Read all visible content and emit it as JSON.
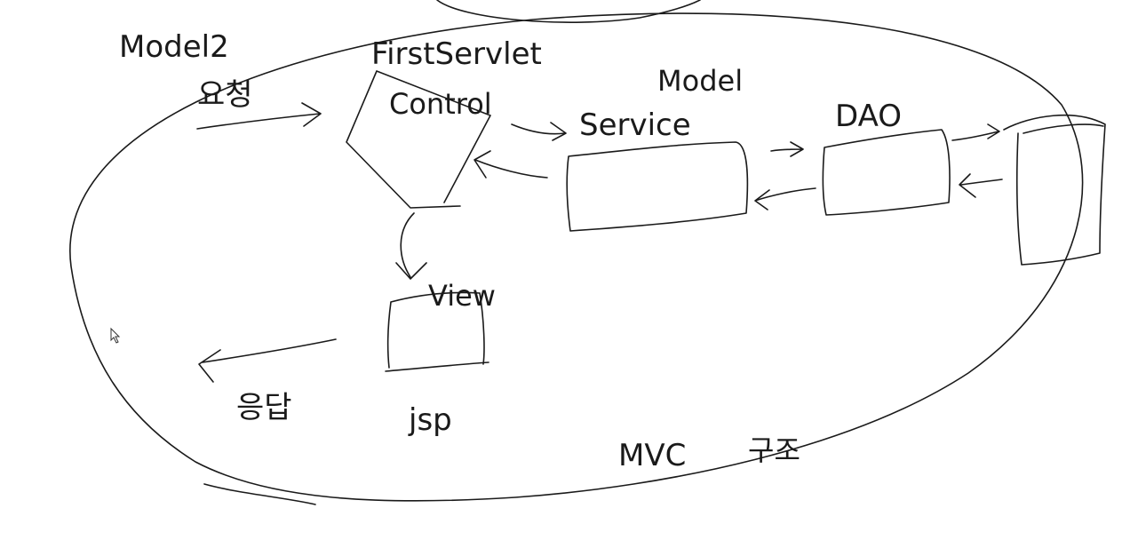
{
  "colors": {
    "ink": "#1a1a1a",
    "accent": "#d8283b",
    "background": "#ffffff"
  },
  "labels": {
    "model2": "Model2",
    "request": "요청",
    "first_servlet": "FirstServlet",
    "control": "Control",
    "model": "Model",
    "service": "Service",
    "dao": "DAO",
    "view": "View",
    "jsp": "jsp",
    "response": "응답",
    "mvc": "MVC",
    "structure": "구조"
  },
  "icons": {
    "pointer": "mouse-pointer-icon"
  }
}
